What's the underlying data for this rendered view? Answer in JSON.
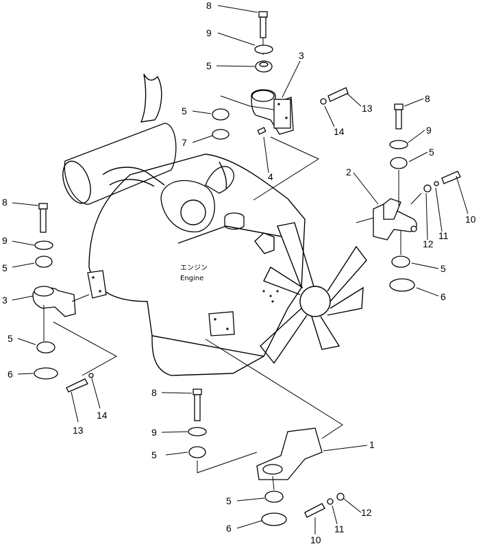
{
  "engine": {
    "label_jp": "エンジン",
    "label_en": "Engine"
  },
  "callouts": [
    "8",
    "9",
    "5",
    "3",
    "5",
    "7",
    "4",
    "13",
    "14",
    "8",
    "9",
    "5",
    "2",
    "10",
    "11",
    "12",
    "5",
    "6",
    "8",
    "9",
    "5",
    "3",
    "5",
    "6",
    "13",
    "14",
    "8",
    "9",
    "5",
    "1",
    "5",
    "6",
    "10",
    "11",
    "12"
  ]
}
